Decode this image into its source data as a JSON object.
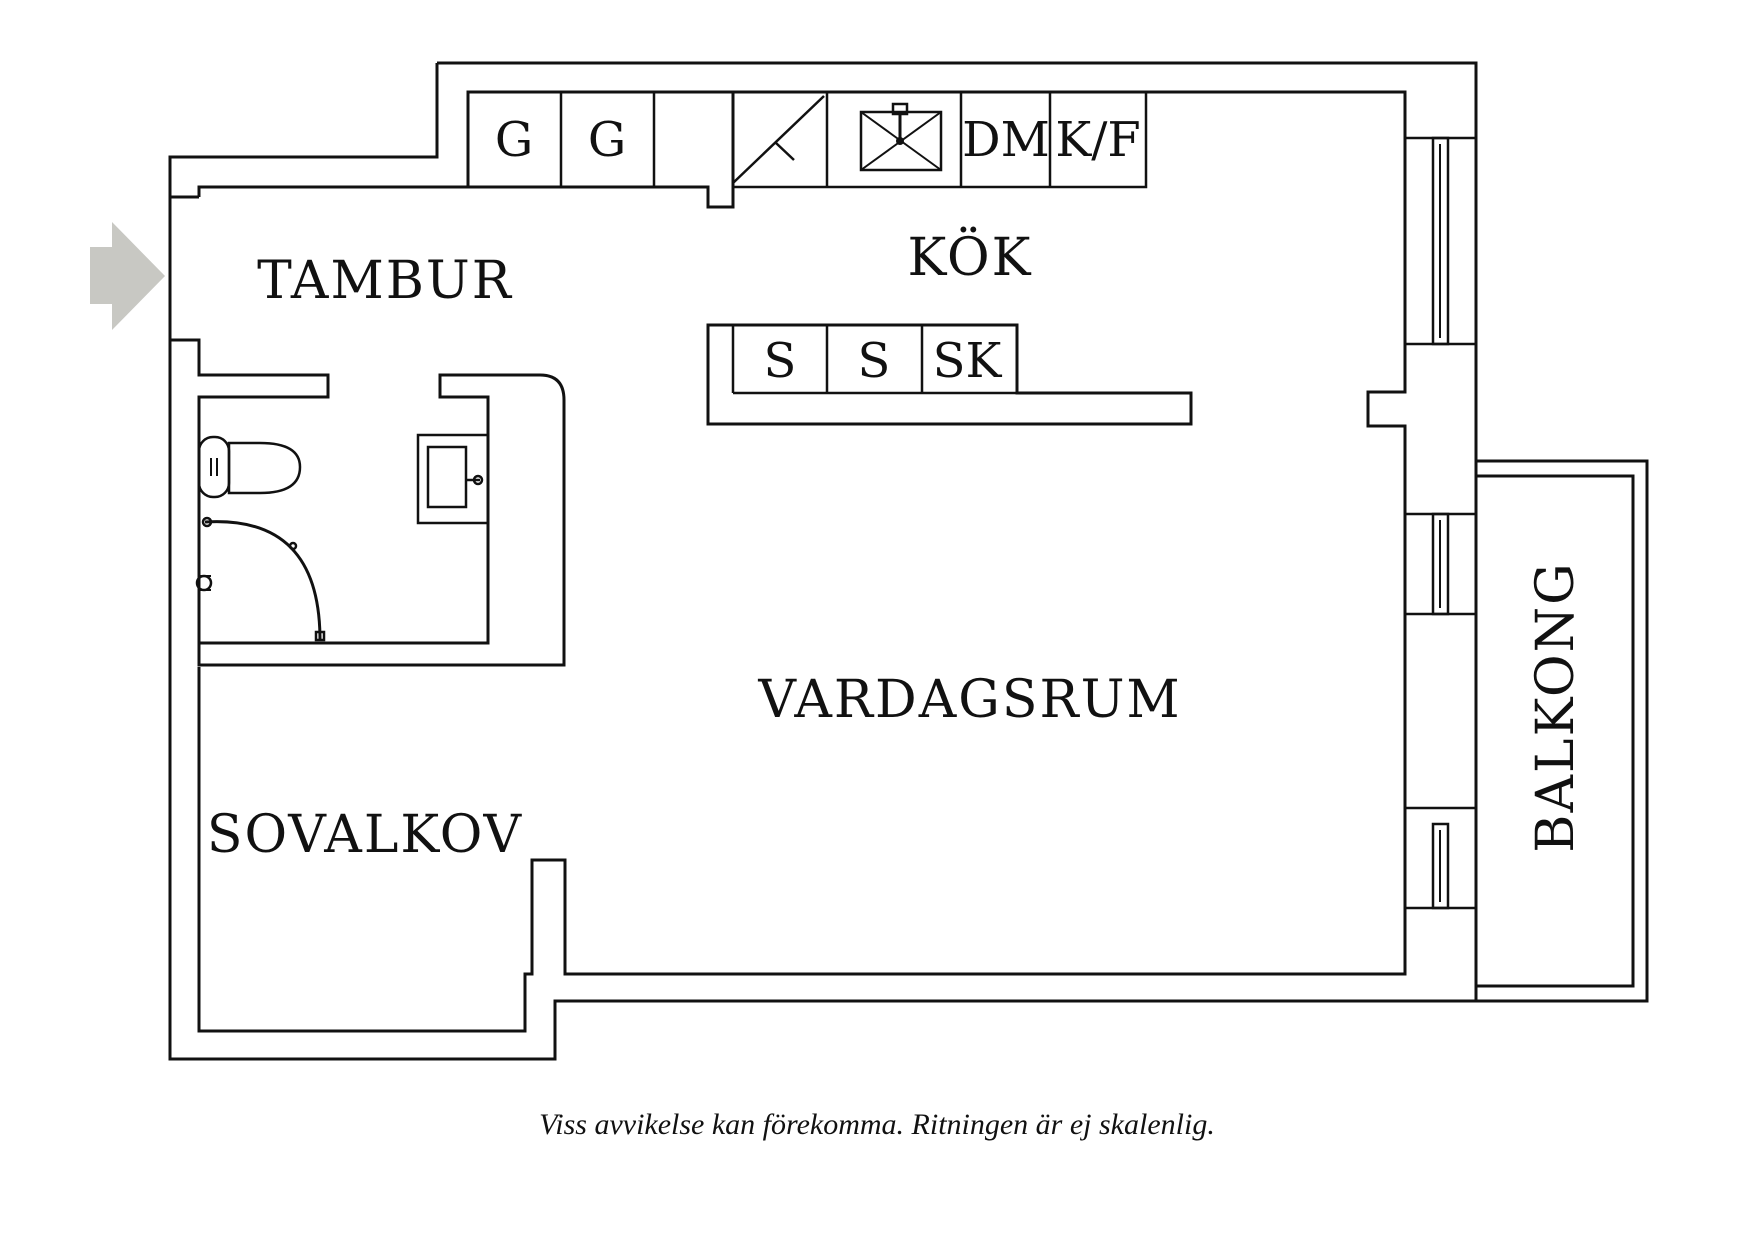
{
  "rooms": {
    "tambur": "TAMBUR",
    "kok": "KÖK",
    "vardagsrum": "VARDAGSRUM",
    "sovalkov": "SOVALKOV",
    "balkong": "BALKONG"
  },
  "cabinets": {
    "wardrobe_1": "G",
    "wardrobe_2": "G",
    "dishwasher": "DM",
    "fridge_freezer": "K/F",
    "cabinet_1": "S",
    "cabinet_2": "S",
    "broom_cabinet": "SK"
  },
  "note": "Viss avvikelse kan förekomma. Ritningen är ej skalenlig.",
  "colors": {
    "line": "#111111",
    "entrance_arrow": "#c8c8c3",
    "background": "#ffffff"
  },
  "icons": {
    "entrance": "entrance-arrow-icon",
    "stove": "stove-icon",
    "sink": "kitchen-sink-icon",
    "toilet": "toilet-icon",
    "washbasin": "washbasin-icon",
    "shower": "shower-curtain-icon"
  }
}
